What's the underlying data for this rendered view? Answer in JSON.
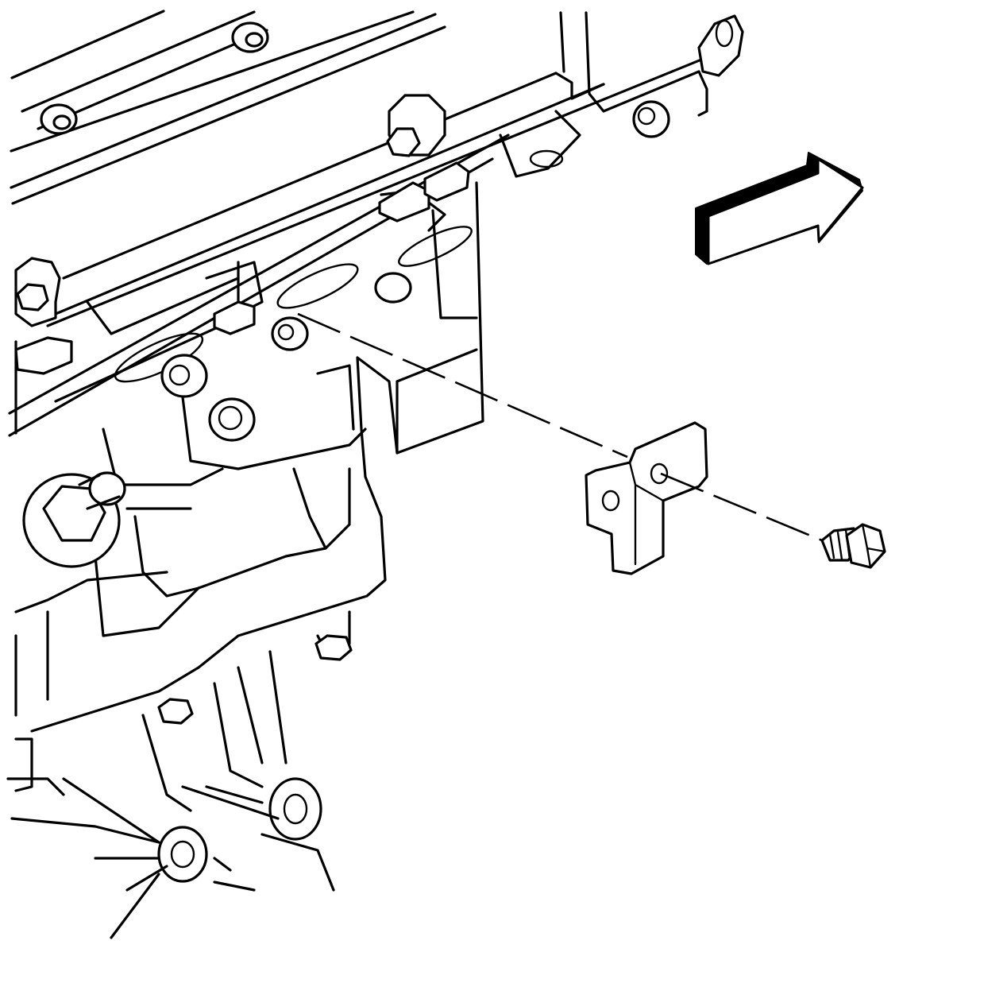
{
  "diagram": {
    "colors": {
      "line": "#000000",
      "background": "#ffffff"
    },
    "parts": [
      "engine-block",
      "mounting-bracket",
      "bracket-bolt",
      "direction-arrow"
    ]
  }
}
